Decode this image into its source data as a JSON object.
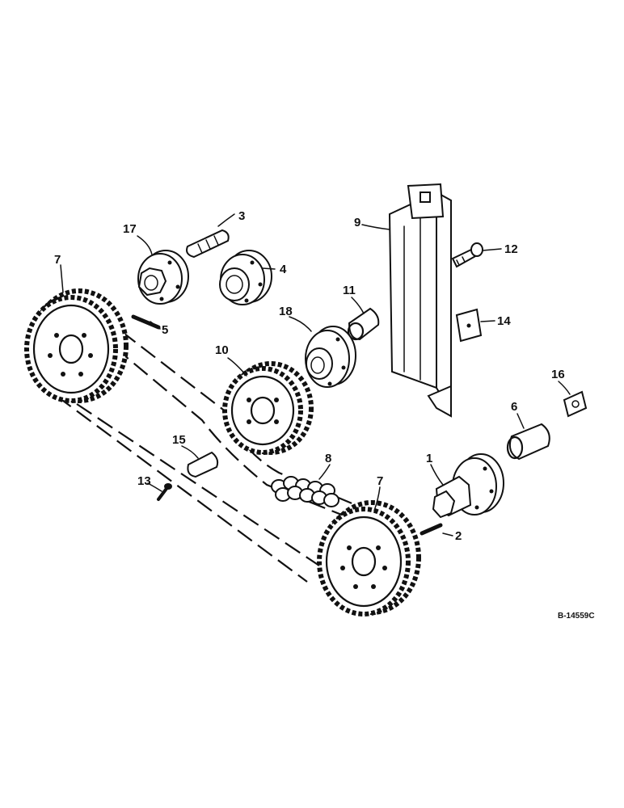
{
  "labels": {
    "p1": "1",
    "p2": "2",
    "p3": "3",
    "p4": "4",
    "p5": "5",
    "p6": "6",
    "p7a": "7",
    "p7b": "7",
    "p8": "8",
    "p9": "9",
    "p10": "10",
    "p11": "11",
    "p12": "12",
    "p13": "13",
    "p14": "14",
    "p15": "15",
    "p16": "16",
    "p17": "17",
    "p18": "18"
  },
  "drawing_number": "B-14559C"
}
